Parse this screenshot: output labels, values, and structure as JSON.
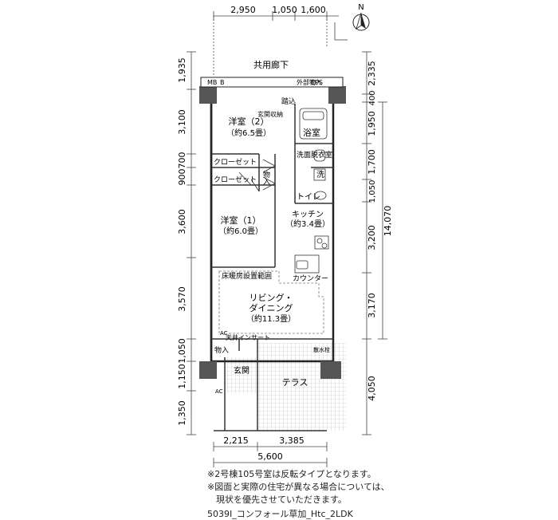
{
  "dims": {
    "top": [
      "2,950",
      "1,050",
      "1,600"
    ],
    "left": [
      "1,935",
      "3,100",
      "700",
      "900",
      "3,600",
      "3,570",
      "1,050",
      "1,150",
      "1,350"
    ],
    "right": [
      "2,335",
      "400",
      "1,950",
      "1,700",
      "1,050",
      "3,200",
      "3,170",
      "4,050"
    ],
    "right_total": "14,070",
    "bottom": [
      "2,215",
      "3,385"
    ],
    "bottom_total": "5,600"
  },
  "compass": "N",
  "labels": {
    "corridor": "共用廊下",
    "mb": "MB",
    "b": "B",
    "exterior_storage": "外部物入",
    "eps": "EPS",
    "entry_step": "踏込",
    "genkan_storage": "玄関収納",
    "bedroom2": "洋室（2）",
    "bedroom2_size": "（約6.5畳）",
    "bath": "浴室",
    "washroom": "洗面脱衣室",
    "washer": "洗",
    "closet1": "クローゼット",
    "closet2": "クローゼット",
    "storage": "物入",
    "toilet": "トイレ",
    "bedroom1": "洋室（1）",
    "bedroom1_size": "（約6.0畳）",
    "kitchen": "キッチン",
    "kitchen_size": "（約3.4畳）",
    "floor_heating": "床暖房設置範囲",
    "counter": "カウンター",
    "living": "リビング・",
    "dining": "ダイニング",
    "living_size": "（約11.3畳）",
    "ac": "AC",
    "ceiling_insert": "天井インサート",
    "faucet": "散水栓",
    "storage2": "物入",
    "entrance": "玄関",
    "terrace": "テラス",
    "ac2": "AC"
  },
  "notes": [
    "※2号棟105号室は反転タイプとなります。",
    "※図面と実際の住宅が異なる場合については、",
    "　現状を優先させていただきます。"
  ],
  "caption": "5039I_コンフォール草加_Htc_2LDK"
}
